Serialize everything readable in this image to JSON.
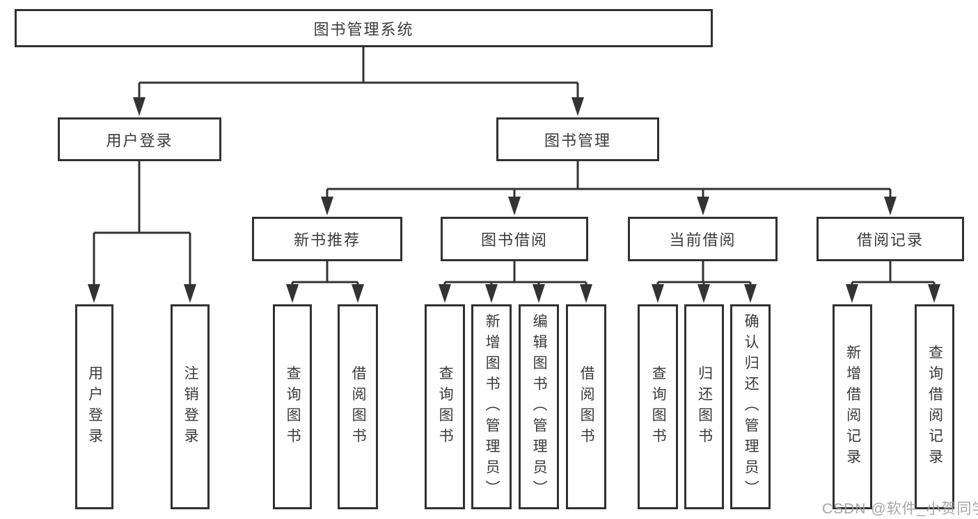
{
  "diagram": {
    "type": "hierarchy-tree",
    "watermark": "CSDN @软件_小贺同学",
    "colors": {
      "line": "#333333",
      "box_border": "#313131",
      "text": "#3a3a3a",
      "background": "#ffffff",
      "watermark": "#9e9e9e"
    },
    "nodes": {
      "root": {
        "label": "图书管理系统"
      },
      "user_login": {
        "label": "用户登录"
      },
      "book_mgmt": {
        "label": "图书管理"
      },
      "new_book_rec": {
        "label": "新书推荐"
      },
      "book_borrow": {
        "label": "图书借阅"
      },
      "current_borrow": {
        "label": "当前借阅"
      },
      "borrow_record": {
        "label": "借阅记录"
      },
      "leaf_user_login": {
        "label": "用户登录"
      },
      "leaf_logout": {
        "label": "注销登录"
      },
      "leaf_query_book_1": {
        "label": "查询图书"
      },
      "leaf_borrow_book_1": {
        "label": "借阅图书"
      },
      "leaf_query_book_2": {
        "label": "查询图书"
      },
      "leaf_add_book": {
        "label": "新增图书（管理员）"
      },
      "leaf_edit_book": {
        "label": "编辑图书（管理员）"
      },
      "leaf_borrow_book_2": {
        "label": "借阅图书"
      },
      "leaf_query_book_3": {
        "label": "查询图书"
      },
      "leaf_return_book": {
        "label": "归还图书"
      },
      "leaf_confirm_return": {
        "label": "确认归还（管理员）"
      },
      "leaf_add_record": {
        "label": "新增借阅记录"
      },
      "leaf_query_record": {
        "label": "查询借阅记录"
      }
    },
    "edges": [
      [
        "root",
        "user_login"
      ],
      [
        "root",
        "book_mgmt"
      ],
      [
        "user_login",
        "leaf_user_login"
      ],
      [
        "user_login",
        "leaf_logout"
      ],
      [
        "book_mgmt",
        "new_book_rec"
      ],
      [
        "book_mgmt",
        "book_borrow"
      ],
      [
        "book_mgmt",
        "current_borrow"
      ],
      [
        "book_mgmt",
        "borrow_record"
      ],
      [
        "new_book_rec",
        "leaf_query_book_1"
      ],
      [
        "new_book_rec",
        "leaf_borrow_book_1"
      ],
      [
        "book_borrow",
        "leaf_query_book_2"
      ],
      [
        "book_borrow",
        "leaf_add_book"
      ],
      [
        "book_borrow",
        "leaf_edit_book"
      ],
      [
        "book_borrow",
        "leaf_borrow_book_2"
      ],
      [
        "current_borrow",
        "leaf_query_book_3"
      ],
      [
        "current_borrow",
        "leaf_return_book"
      ],
      [
        "current_borrow",
        "leaf_confirm_return"
      ],
      [
        "borrow_record",
        "leaf_add_record"
      ],
      [
        "borrow_record",
        "leaf_query_record"
      ]
    ]
  }
}
